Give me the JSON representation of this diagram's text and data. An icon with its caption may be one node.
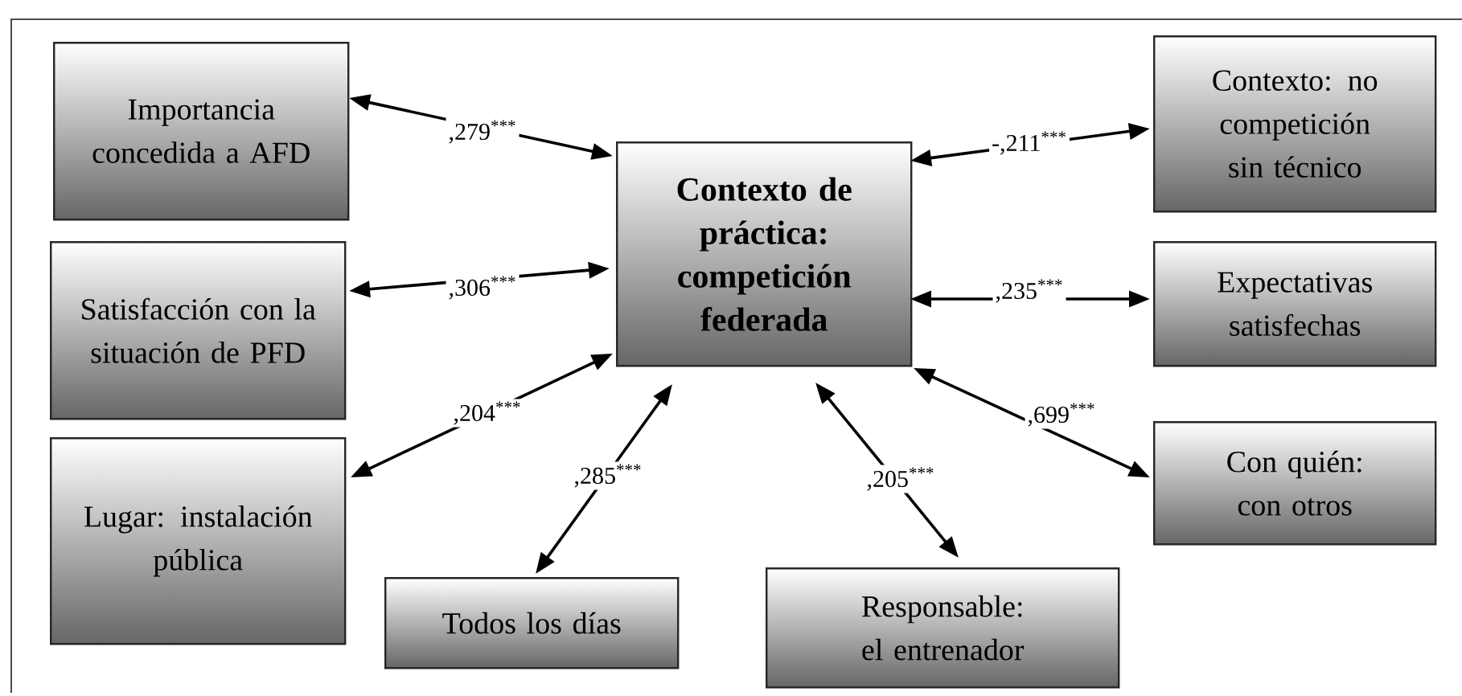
{
  "diagram": {
    "nodes": [
      {
        "text": [
          "Contexto de práctica: competición federada"
        ]
      },
      {
        "text": [
          "Importancia concedida a AFD"
        ]
      },
      {
        "text": [
          "Satisfacción con la situación de PFD"
        ]
      },
      {
        "text": [
          "Lugar: instalación pública"
        ]
      },
      {
        "text": [
          "Todos los días"
        ]
      },
      {
        "text": [
          "Responsable: el entrenador"
        ]
      },
      {
        "text": [
          "Contexto: no competición sin técnico"
        ]
      },
      {
        "text": [
          "Expectativas satisfechas"
        ]
      },
      {
        "text": [
          "Con quién: con otros"
        ]
      }
    ],
    "edges": [
      {
        "from": 0,
        "to": 1,
        "arrow": "both",
        "label": ",279$^{***}$"
      },
      {
        "from": 0,
        "to": 2,
        "arrow": "both",
        "label": ",306$^{***}$"
      },
      {
        "from": 0,
        "to": 3,
        "arrow": "both",
        "label": ",204$^{***}$"
      },
      {
        "from": 0,
        "to": 4,
        "arrow": "both",
        "label": ",285$^{***}$"
      },
      {
        "from": 0,
        "to": 5,
        "arrow": "both",
        "label": ",205$^{***}$"
      },
      {
        "from": 0,
        "to": 6,
        "arrow": "both",
        "label": "-,211$^{***}$"
      },
      {
        "from": 0,
        "to": 7,
        "arrow": "both",
        "label": ",235$^{***}$"
      },
      {
        "from": 0,
        "to": 8,
        "arrow": "both",
        "label": ",699$^{***}$"
      }
    ]
  }
}
